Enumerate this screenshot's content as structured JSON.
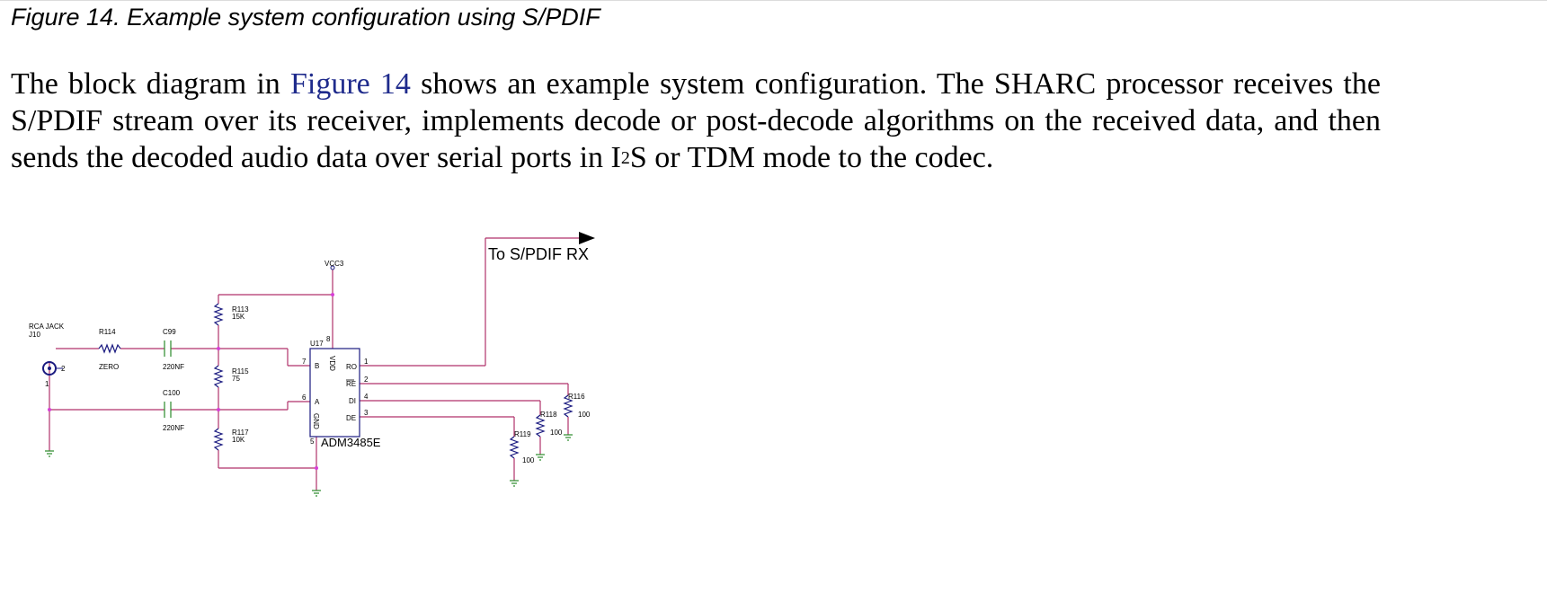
{
  "caption": "Figure 14. Example system configuration using S/PDIF",
  "paragraph": {
    "before_link": "The block diagram in ",
    "link_text": "Figure 14",
    "after_link": " shows an example system configuration. The SHARC processor receives the S/PDIF stream over its receiver, implements decode or post-decode algorithms on the received data, and then sends the decoded audio data over serial ports in I",
    "superscript": "2",
    "after_sup": "S or TDM mode to the codec."
  },
  "schematic": {
    "connector": "RCA JACK",
    "connector_ref": "J10",
    "pin_2": "2",
    "pin_1": "1",
    "r114": "R114",
    "r114_val": "ZERO",
    "c99": "C99",
    "c99_val": "220NF",
    "c100": "C100",
    "c100_val": "220NF",
    "r113": "R113",
    "r113_val": "15K",
    "r115": "R115",
    "r115_val": "75",
    "r117": "R117",
    "r117_val": "10K",
    "vcc": "VCC3",
    "u17": "U17",
    "ic_name": "ADM3485E",
    "pin_b": "B",
    "pin_a": "A",
    "pin_vdd": "VDD",
    "pin_gnd": "GND",
    "pin_ro": "RO",
    "pin_re": "RE",
    "pin_di": "DI",
    "pin_de": "DE",
    "pn_7": "7",
    "pn_6": "6",
    "pn_8": "8",
    "pn_5": "5",
    "pn_1": "1",
    "pn_2": "2",
    "pn_4": "4",
    "pn_3": "3",
    "r116": "R116",
    "r116_val": "100",
    "r118": "R118",
    "r118_val": "100",
    "r119": "R119",
    "r119_val": "100",
    "output_label": "To S/PDIF RX"
  },
  "colors": {
    "wire": "#b0326a",
    "node": "#d63fd6",
    "component": "#1a1a80",
    "ground": "#2a8a2a",
    "link": "#1f2b8c"
  }
}
